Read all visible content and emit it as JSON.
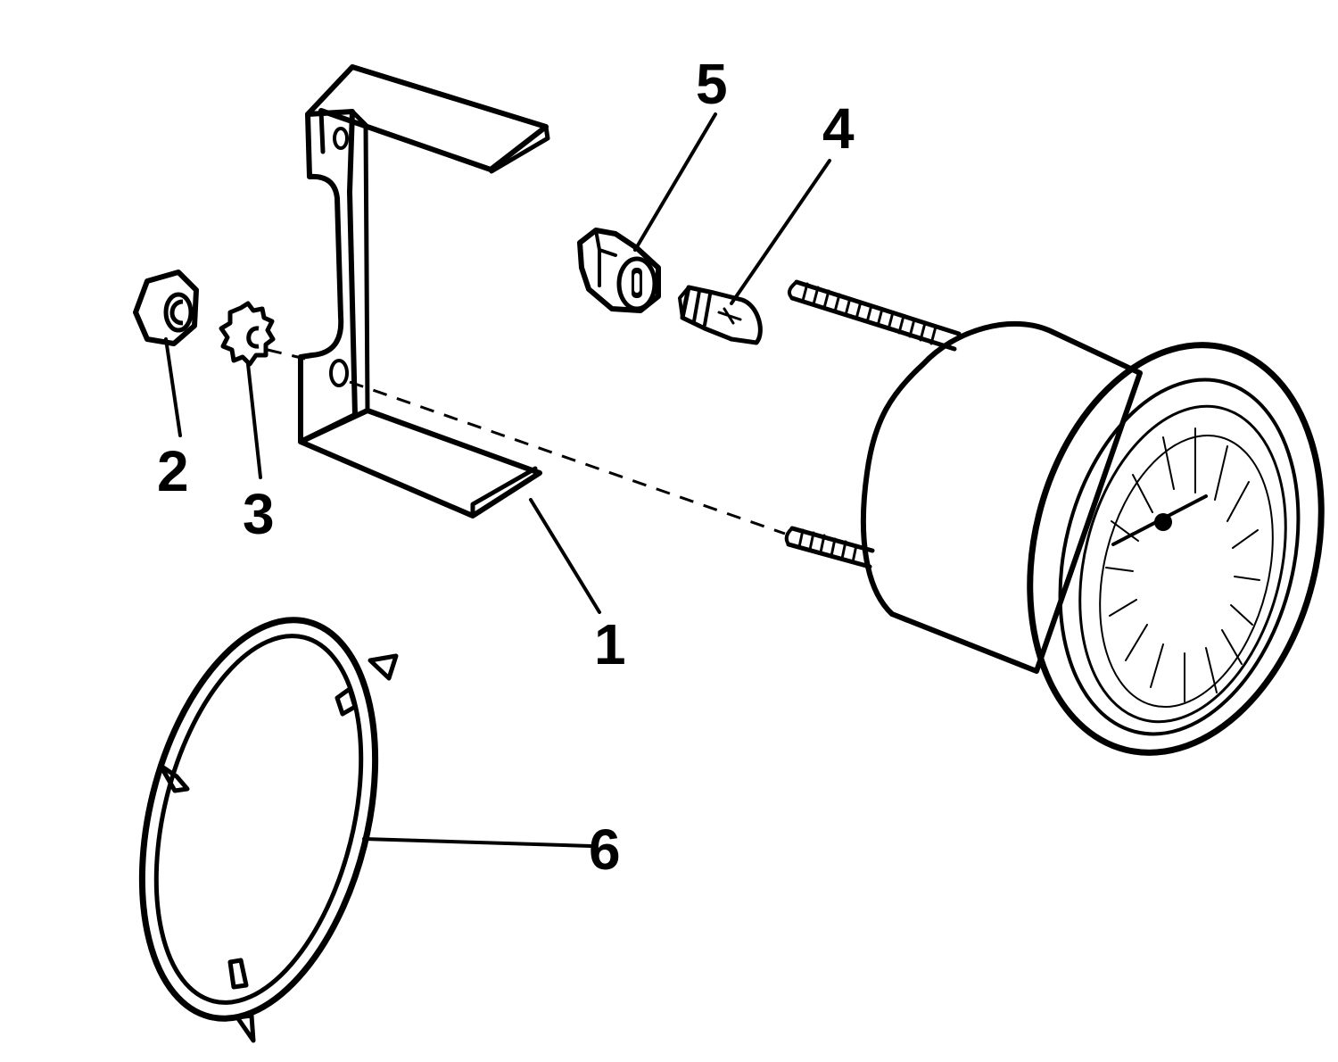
{
  "diagram": {
    "type": "exploded-parts-illustration",
    "callouts": [
      {
        "id": "1",
        "label": "1",
        "part": "mounting-bracket"
      },
      {
        "id": "2",
        "label": "2",
        "part": "hex-nut"
      },
      {
        "id": "3",
        "label": "3",
        "part": "lock-washer"
      },
      {
        "id": "4",
        "label": "4",
        "part": "bulb"
      },
      {
        "id": "5",
        "label": "5",
        "part": "bulb-socket"
      },
      {
        "id": "6",
        "label": "6",
        "part": "retaining-ring"
      }
    ]
  }
}
